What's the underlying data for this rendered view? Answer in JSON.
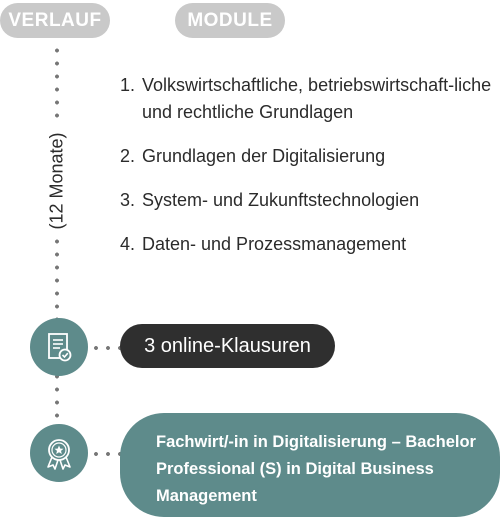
{
  "header": {
    "verlauf_label": "VERLAUF",
    "module_label": "MODULE"
  },
  "duration_label": "(12 Monate)",
  "modules": [
    {
      "number": "1.",
      "text": "Volkswirtschaftliche, betriebswirtschaft-liche und rechtliche Grundlagen"
    },
    {
      "number": "2.",
      "text": "Grundlagen der Digitalisierung"
    },
    {
      "number": "3.",
      "text": "System- und Zukunftstechnologien"
    },
    {
      "number": "4.",
      "text": "Daten- und Prozessmanagement"
    }
  ],
  "exam": {
    "icon": "document-check-icon",
    "label": "3 online-Klausuren"
  },
  "degree": {
    "icon": "award-badge-icon",
    "label": "Fachwirt/-in in Digitalisierung – Bachelor Professional (S) in Digital Business Management"
  },
  "colors": {
    "pill_gray": "#c9c9c9",
    "teal": "#5e8b8b",
    "dark_pill": "#2f2f2f",
    "text": "#2b2b2b"
  }
}
